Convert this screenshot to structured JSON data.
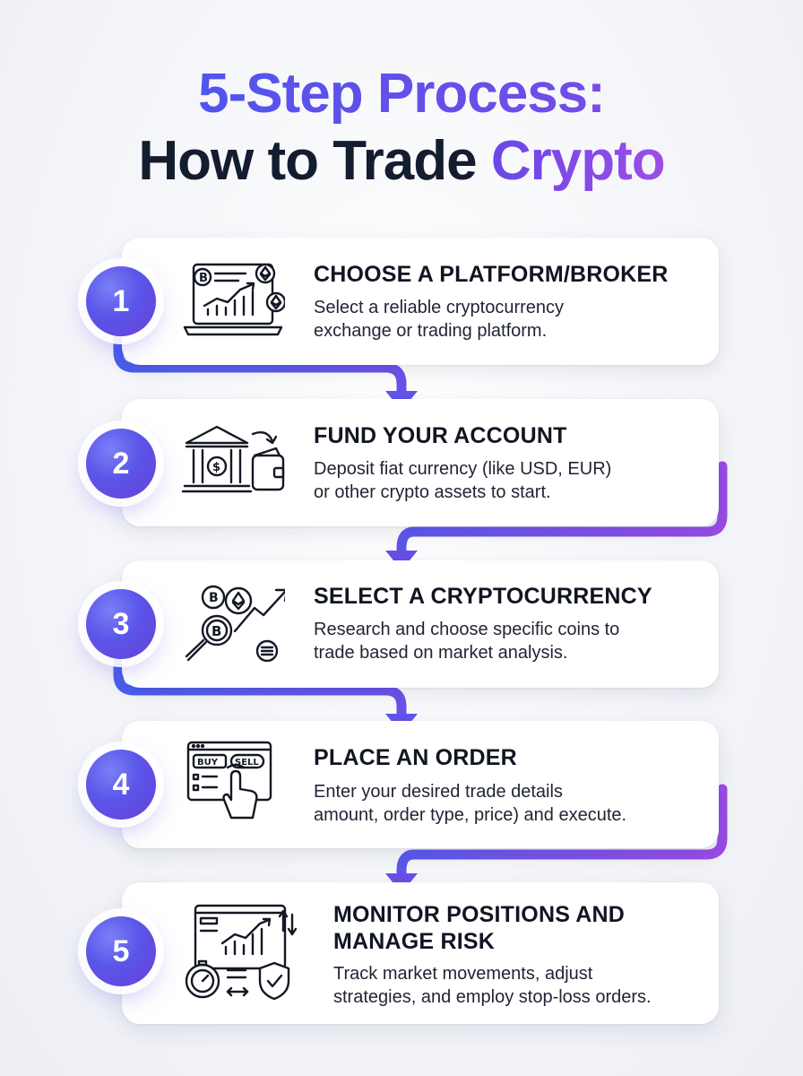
{
  "title": {
    "line1": "5-Step Process:",
    "line2_prefix": "How to Trade ",
    "line2_accent": "Crypto"
  },
  "steps": [
    {
      "number": "1",
      "title": "CHOOSE A PLATFORM/BROKER",
      "desc1": "Select a reliable cryptocurrency",
      "desc2": "exchange or trading platform.",
      "icon": "laptop-chart-crypto-icon"
    },
    {
      "number": "2",
      "title": "FUND YOUR ACCOUNT",
      "desc1": "Deposit fiat currency (like USD, EUR)",
      "desc2": "or other crypto assets to start.",
      "icon": "bank-wallet-icon"
    },
    {
      "number": "3",
      "title": "SELECT A CRYPTOCURRENCY",
      "desc1": "Research and choose specific coins to",
      "desc2": "trade based on market analysis.",
      "icon": "coins-magnifier-icon"
    },
    {
      "number": "4",
      "title": "PLACE AN ORDER",
      "desc1": "Enter your desired trade details",
      "desc2": "amount, order type, price) and execute.",
      "icon": "buy-sell-order-icon",
      "buy_label": "BUY",
      "sell_label": "SELL"
    },
    {
      "number": "5",
      "title_line1": "MONITOR POSITIONS AND",
      "title_line2": "MANAGE RISK",
      "desc1": "Track market movements, adjust",
      "desc2": "strategies, and employ stop-loss orders.",
      "icon": "monitor-risk-shield-icon"
    }
  ],
  "colors": {
    "blue": "#4b5ff0",
    "purple": "#8a48e6",
    "title_dark": "#141c30"
  }
}
